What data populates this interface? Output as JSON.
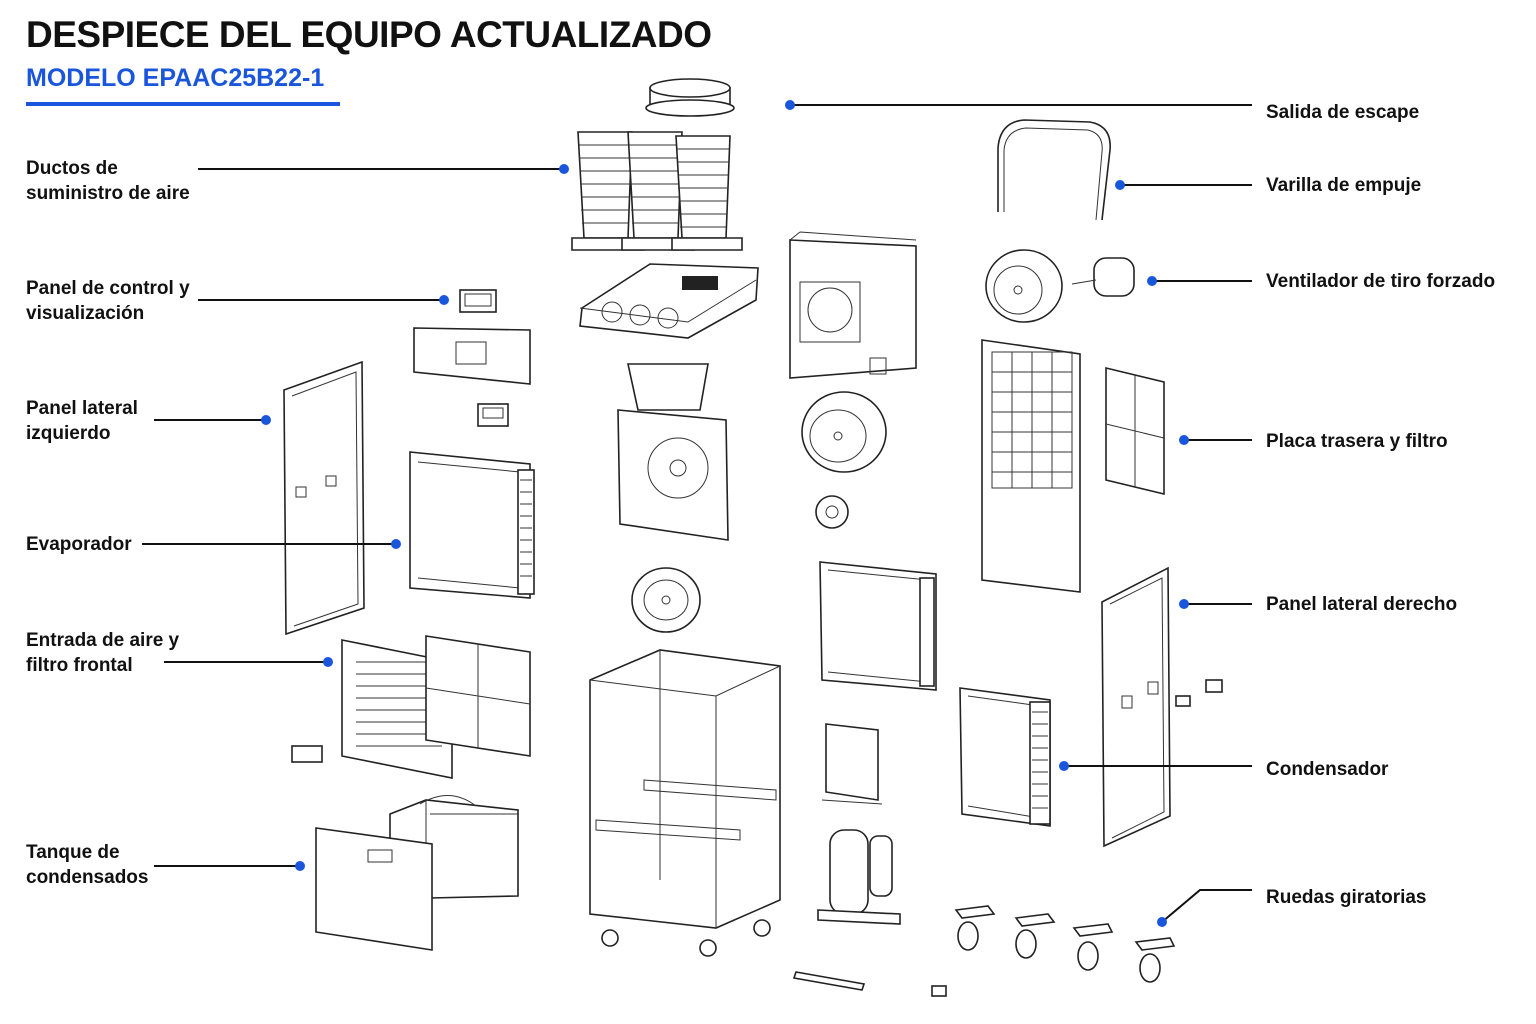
{
  "title": "DESPIECE DEL EQUIPO ACTUALIZADO",
  "subtitle": "MODELO EPAAC25B22-1",
  "accent_color": "#1a56db",
  "callouts": {
    "left": [
      {
        "line1": "Ductos de",
        "line2": "suministro de aire"
      },
      {
        "line1": "Panel de control y",
        "line2": "visualización"
      },
      {
        "line1": "Panel lateral",
        "line2": "izquierdo"
      },
      {
        "line1": "Evaporador",
        "line2": ""
      },
      {
        "line1": "Entrada de aire y",
        "line2": "filtro frontal"
      },
      {
        "line1": "Tanque de",
        "line2": "condensados"
      }
    ],
    "right": [
      {
        "line1": "Salida de escape"
      },
      {
        "line1": "Varilla de empuje"
      },
      {
        "line1": "Ventilador de tiro forzado"
      },
      {
        "line1": "Placa trasera y filtro"
      },
      {
        "line1": "Panel lateral derecho"
      },
      {
        "line1": "Condensador"
      },
      {
        "line1": "Ruedas giratorias"
      }
    ]
  }
}
